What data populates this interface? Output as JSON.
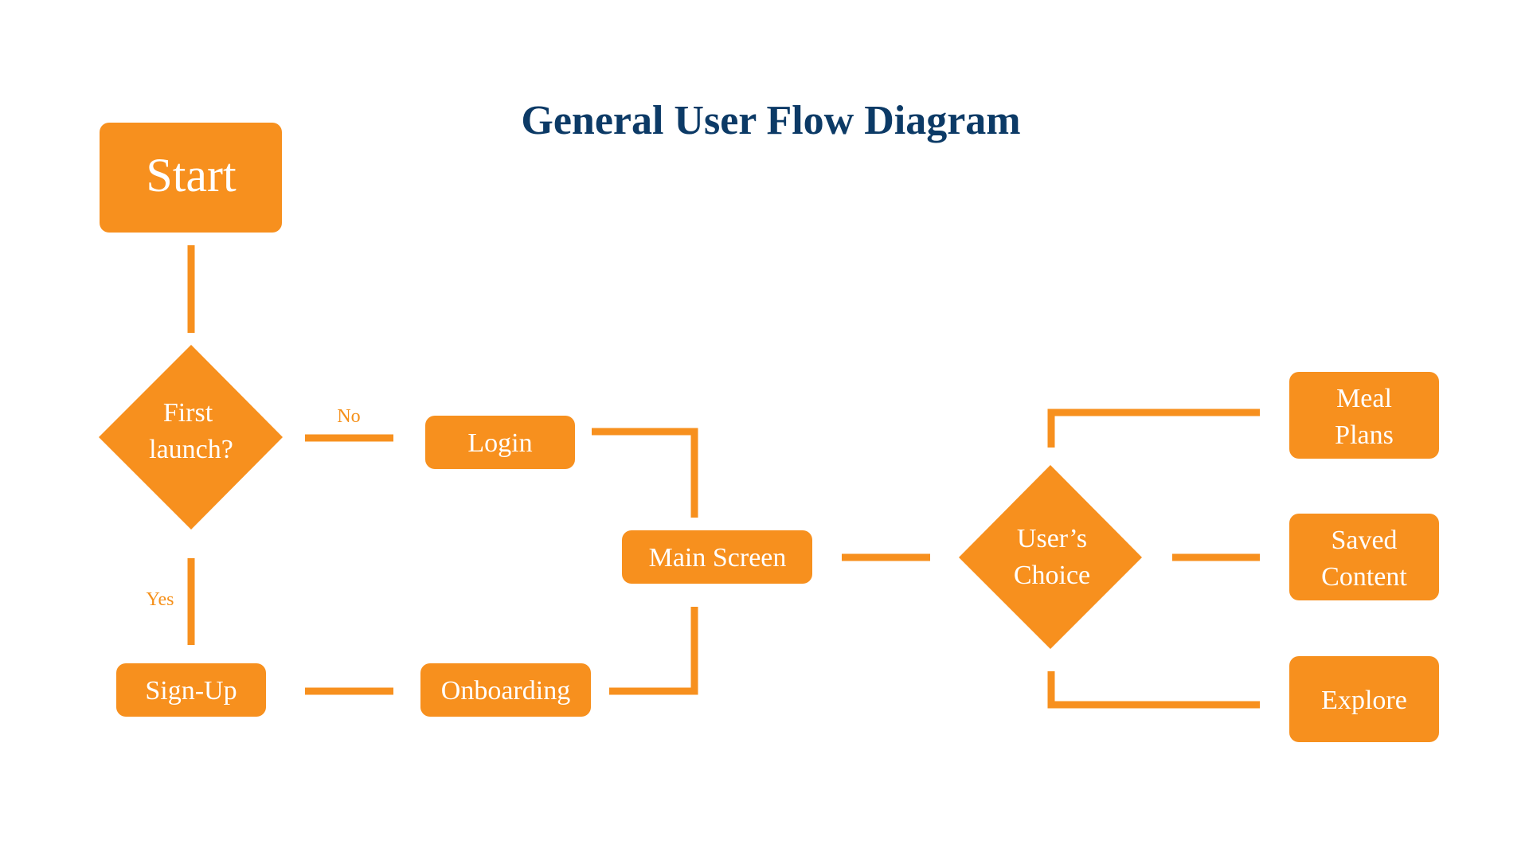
{
  "title": "General User Flow Diagram",
  "colors": {
    "accent": "#f7901e",
    "title": "#0c3a66",
    "node_text": "#ffffff",
    "background": "#ffffff"
  },
  "nodes": {
    "start": {
      "label": "Start",
      "shape": "rounded-rectangle"
    },
    "first_launch": {
      "line1": "First",
      "line2": "launch?",
      "shape": "diamond"
    },
    "login": {
      "label": "Login",
      "shape": "rounded-rectangle"
    },
    "signup": {
      "label": "Sign-Up",
      "shape": "rounded-rectangle"
    },
    "onboarding": {
      "label": "Onboarding",
      "shape": "rounded-rectangle"
    },
    "main_screen": {
      "label": "Main Screen",
      "shape": "rounded-rectangle"
    },
    "users_choice": {
      "line1": "User’s",
      "line2": "Choice",
      "shape": "diamond"
    },
    "meal_plans": {
      "line1": "Meal",
      "line2": "Plans",
      "shape": "rounded-rectangle"
    },
    "saved_content": {
      "line1": "Saved",
      "line2": "Content",
      "shape": "rounded-rectangle"
    },
    "explore": {
      "label": "Explore",
      "shape": "rounded-rectangle"
    }
  },
  "edges": {
    "no_label": "No",
    "yes_label": "Yes"
  }
}
